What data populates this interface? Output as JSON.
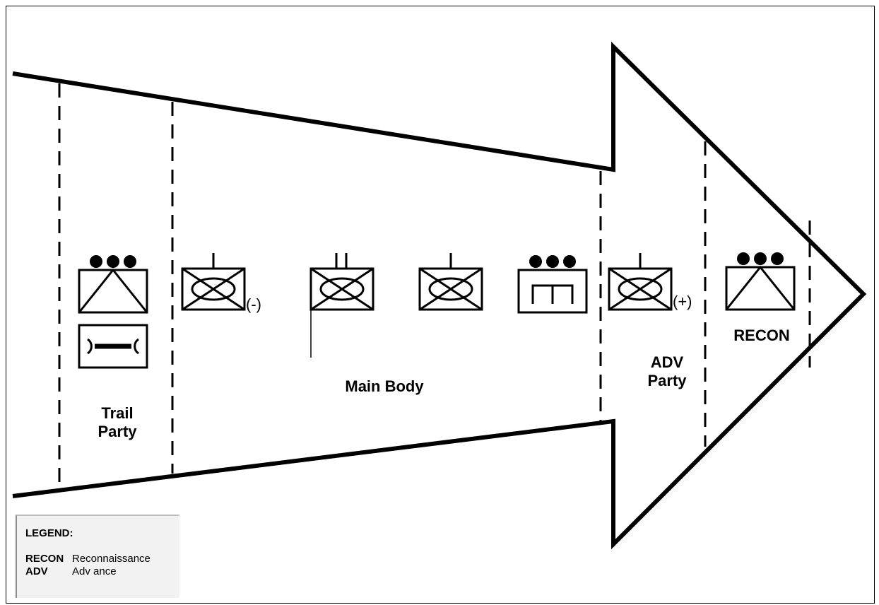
{
  "labels": {
    "trail_line1": "Trail",
    "trail_line2": "Party",
    "main_body": "Main Body",
    "adv_line1": "ADV",
    "adv_line2": "Party",
    "recon": "RECON",
    "minus_modifier": "(-)",
    "plus_modifier": "(+)"
  },
  "legend": {
    "title": "LEGEND:",
    "items": [
      {
        "abbr": "RECON",
        "meaning": "Reconnaissance"
      },
      {
        "abbr": "ADV",
        "meaning": "Adv ance"
      }
    ]
  }
}
